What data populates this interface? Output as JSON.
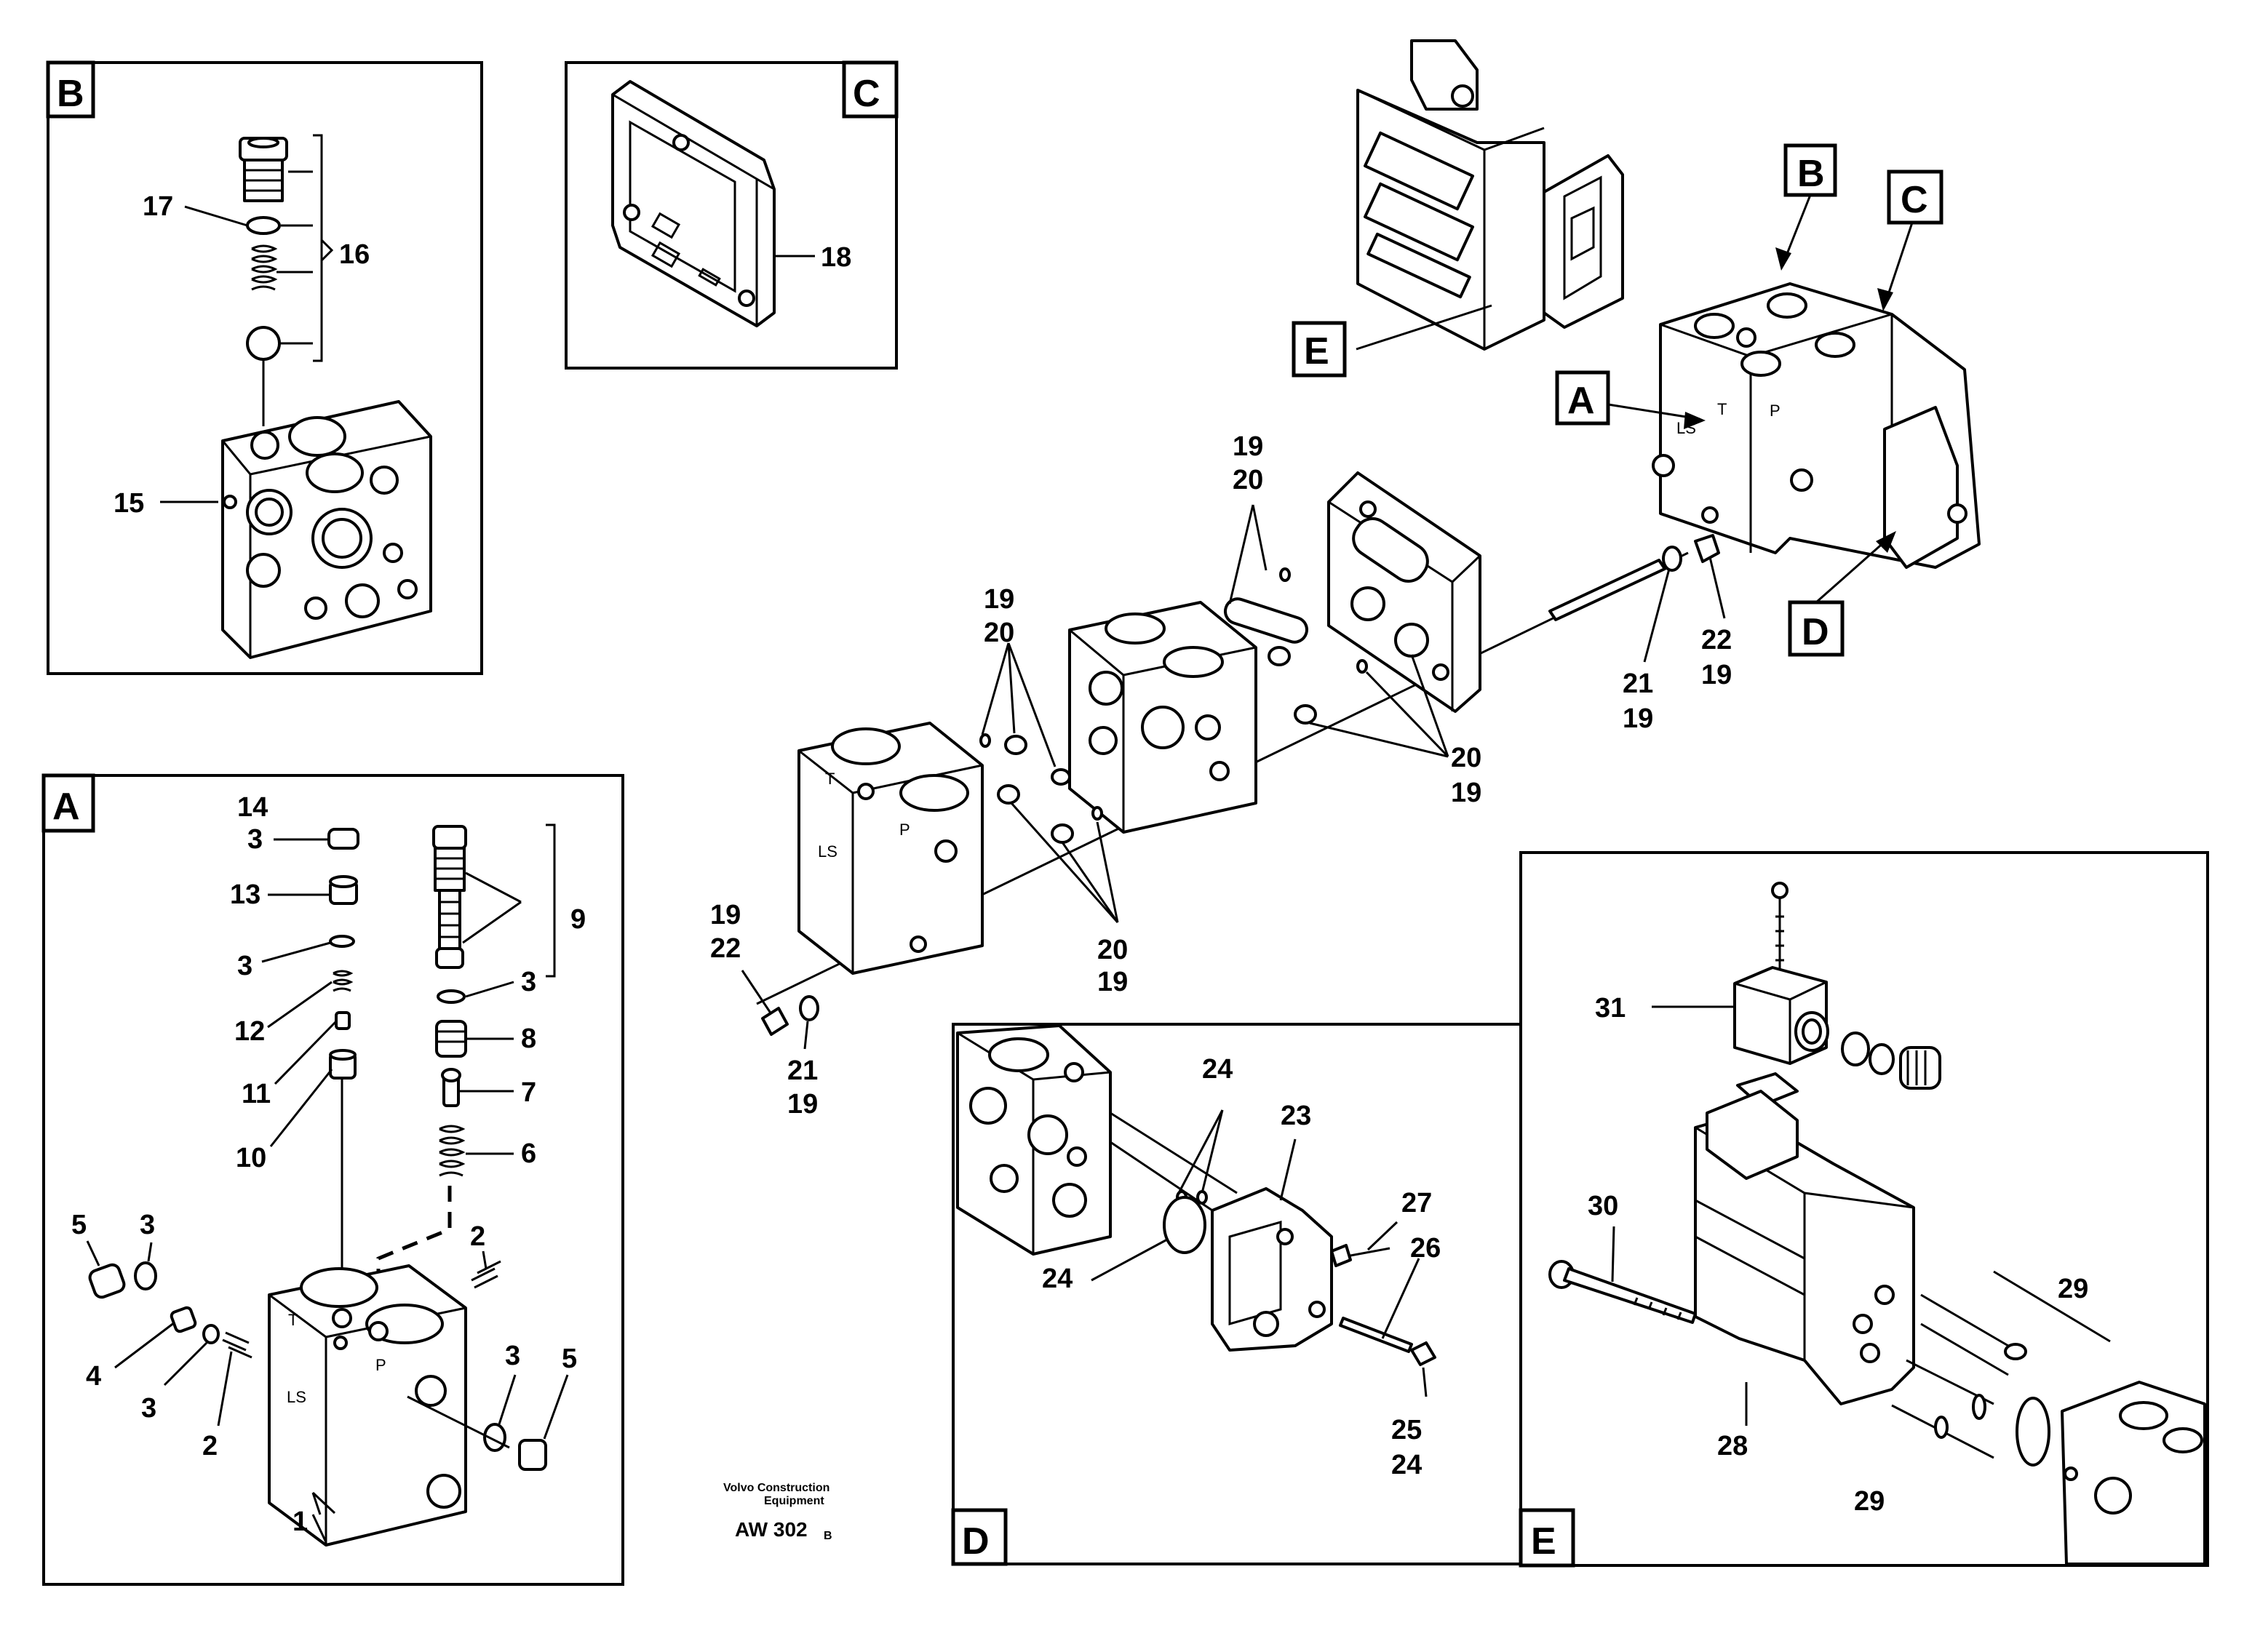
{
  "sections": {
    "A": "A",
    "B": "B",
    "C": "C",
    "D": "D",
    "E": "E"
  },
  "main_labels": {
    "A": "A",
    "B": "B",
    "C": "C",
    "D": "D",
    "E": "E"
  },
  "part_numbers": {
    "n1": "1",
    "n2": "2",
    "n3": "3",
    "n4": "4",
    "n5": "5",
    "n6": "6",
    "n7": "7",
    "n8": "8",
    "n9": "9",
    "n10": "10",
    "n11": "11",
    "n12": "12",
    "n13": "13",
    "n14": "14",
    "n15": "15",
    "n16": "16",
    "n17": "17",
    "n18": "18",
    "n19": "19",
    "n20": "20",
    "n21": "21",
    "n22": "22",
    "n23": "23",
    "n24": "24",
    "n25": "25",
    "n26": "26",
    "n27": "27",
    "n28": "28",
    "n29": "29",
    "n30": "30",
    "n31": "31"
  },
  "valve_markings": {
    "T": "T",
    "P": "P",
    "LS": "LS"
  },
  "footer": {
    "company_line1": "Volvo Construction",
    "company_line2": "Equipment",
    "drawing_code": "AW 302",
    "drawing_rev": "B"
  }
}
